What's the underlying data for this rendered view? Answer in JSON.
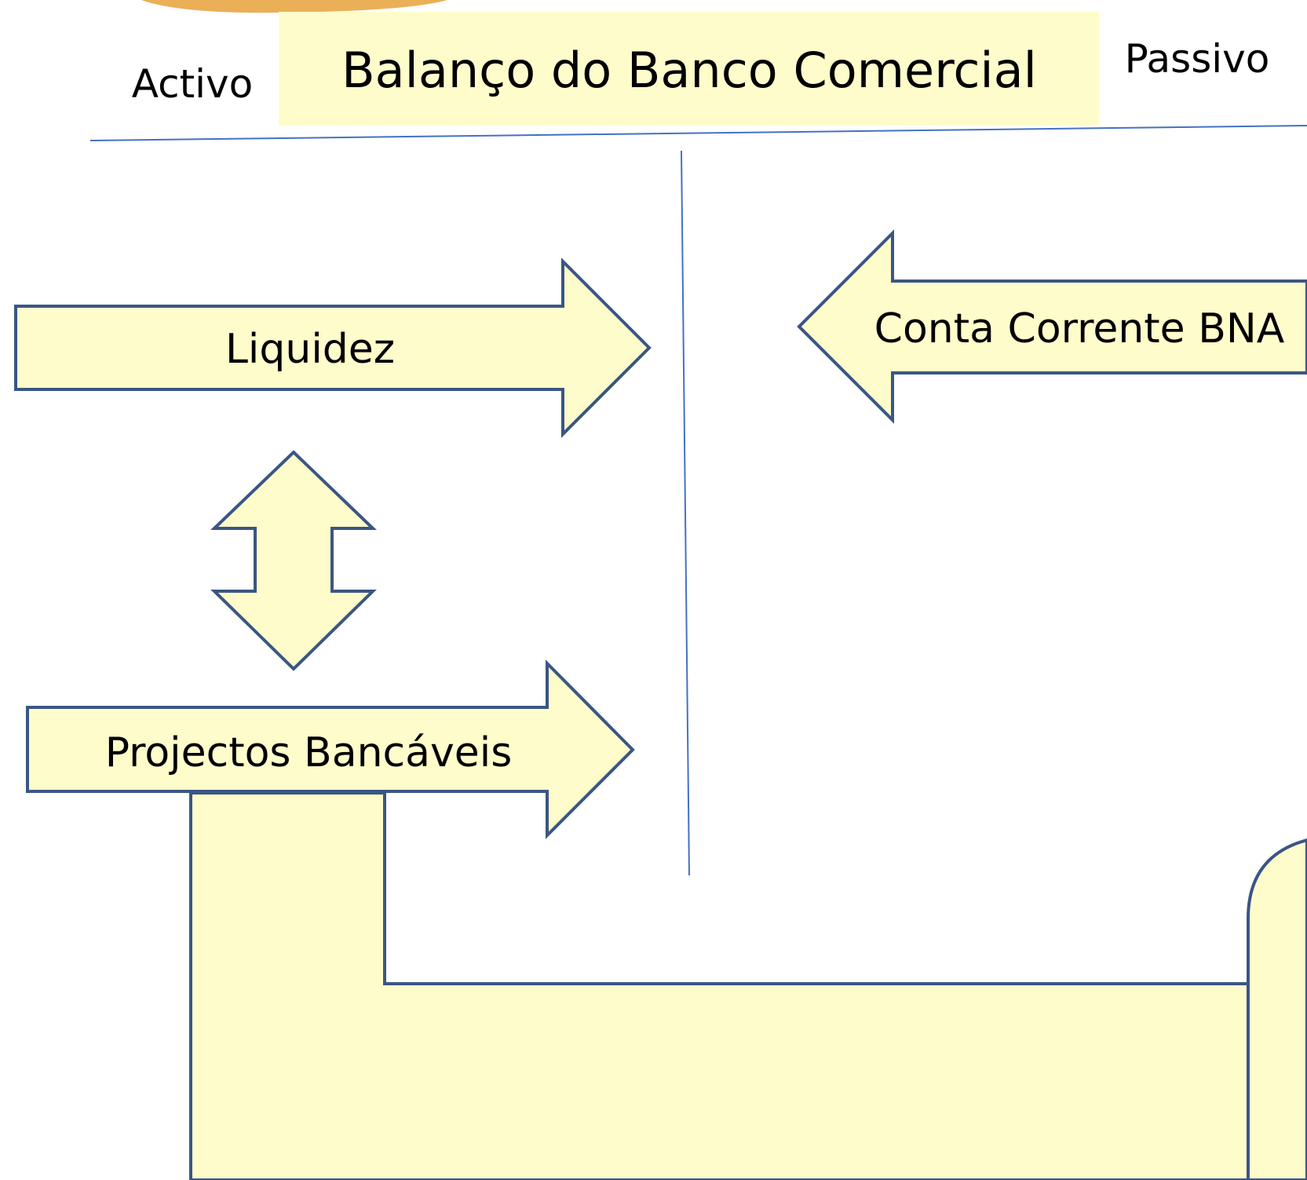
{
  "header": {
    "title": "Balanço do Banco Comercial",
    "left_label": "Activo",
    "right_label": "Passivo"
  },
  "shapes": {
    "liquidez_arrow_label": "Liquidez",
    "projectos_arrow_label": "Projectos Bancáveis",
    "conta_corrente_arrow_label": "Conta Corrente BNA"
  },
  "colors": {
    "shape_fill": "#FFFCCB",
    "shape_stroke": "#3A5683",
    "divider_line": "#4472C4",
    "title_box_fill": "#FFFCCB",
    "top_decoration": "#E8A13A"
  }
}
